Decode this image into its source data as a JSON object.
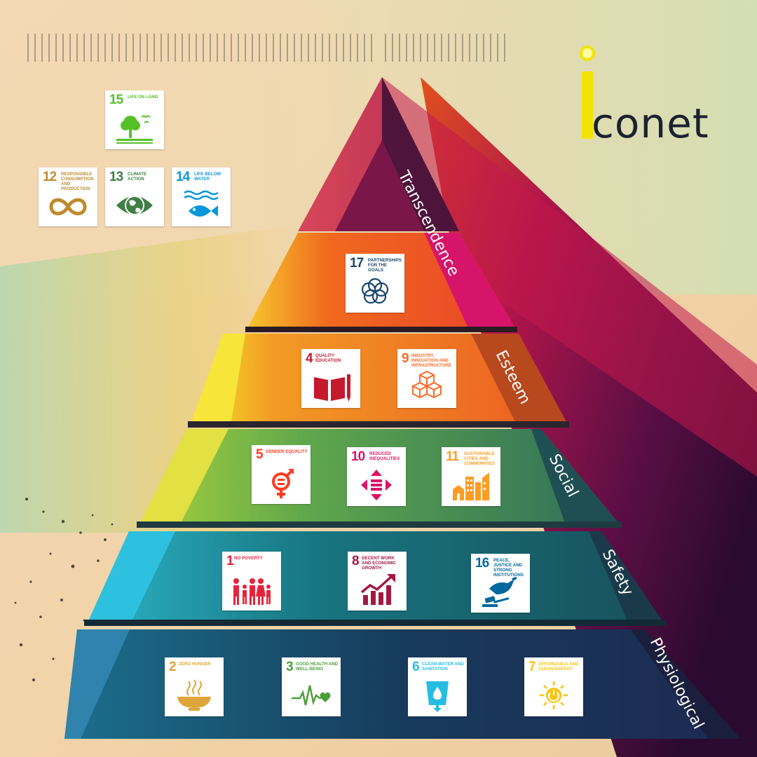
{
  "logo": {
    "text": "conet",
    "accent": "#f2e400"
  },
  "levels": [
    {
      "id": "transcendence",
      "label": "Transcendence"
    },
    {
      "id": "esteem",
      "label": "Esteem"
    },
    {
      "id": "social",
      "label": "Social"
    },
    {
      "id": "safety",
      "label": "Safety"
    },
    {
      "id": "physiological",
      "label": "Physiological"
    }
  ],
  "goals": {
    "g15": {
      "num": "15",
      "title": "Life on land",
      "color": "#56c02b",
      "icon": "tree-icon"
    },
    "g12": {
      "num": "12",
      "title": "Responsible consumption and production",
      "color": "#bf8b2e",
      "icon": "infinity-icon"
    },
    "g13": {
      "num": "13",
      "title": "Climate action",
      "color": "#3f7e44",
      "icon": "eye-globe-icon"
    },
    "g14": {
      "num": "14",
      "title": "Life below water",
      "color": "#0a97d9",
      "icon": "fish-icon"
    },
    "g17": {
      "num": "17",
      "title": "Partnerships for the goals",
      "color": "#19486a",
      "icon": "rings-icon"
    },
    "g4": {
      "num": "4",
      "title": "Quality education",
      "color": "#c5192d",
      "icon": "book-icon"
    },
    "g9": {
      "num": "9",
      "title": "Industry, innovation and infrastructure",
      "color": "#fd6925",
      "icon": "cubes-icon"
    },
    "g5": {
      "num": "5",
      "title": "Gender equality",
      "color": "#ff3a21",
      "icon": "gender-icon"
    },
    "g10": {
      "num": "10",
      "title": "Reduced inequalities",
      "color": "#dd1367",
      "icon": "arrows-icon"
    },
    "g11": {
      "num": "11",
      "title": "Sustainable cities and communities",
      "color": "#fd9d24",
      "icon": "city-icon"
    },
    "g1": {
      "num": "1",
      "title": "No poverty",
      "color": "#e5243b",
      "icon": "family-icon"
    },
    "g8": {
      "num": "8",
      "title": "Decent work and economic growth",
      "color": "#a21942",
      "icon": "growth-chart-icon"
    },
    "g16": {
      "num": "16",
      "title": "Peace, justice and strong institutions",
      "color": "#00689d",
      "icon": "dove-gavel-icon"
    },
    "g2": {
      "num": "2",
      "title": "Zero hunger",
      "color": "#dda63a",
      "icon": "bowl-icon"
    },
    "g3": {
      "num": "3",
      "title": "Good health and well-being",
      "color": "#4c9f38",
      "icon": "heartbeat-icon"
    },
    "g6": {
      "num": "6",
      "title": "Clean water and sanitation",
      "color": "#26bde2",
      "icon": "water-glass-icon"
    },
    "g7": {
      "num": "7",
      "title": "Affordable and clean energy",
      "color": "#fcc30b",
      "icon": "sun-power-icon"
    }
  }
}
